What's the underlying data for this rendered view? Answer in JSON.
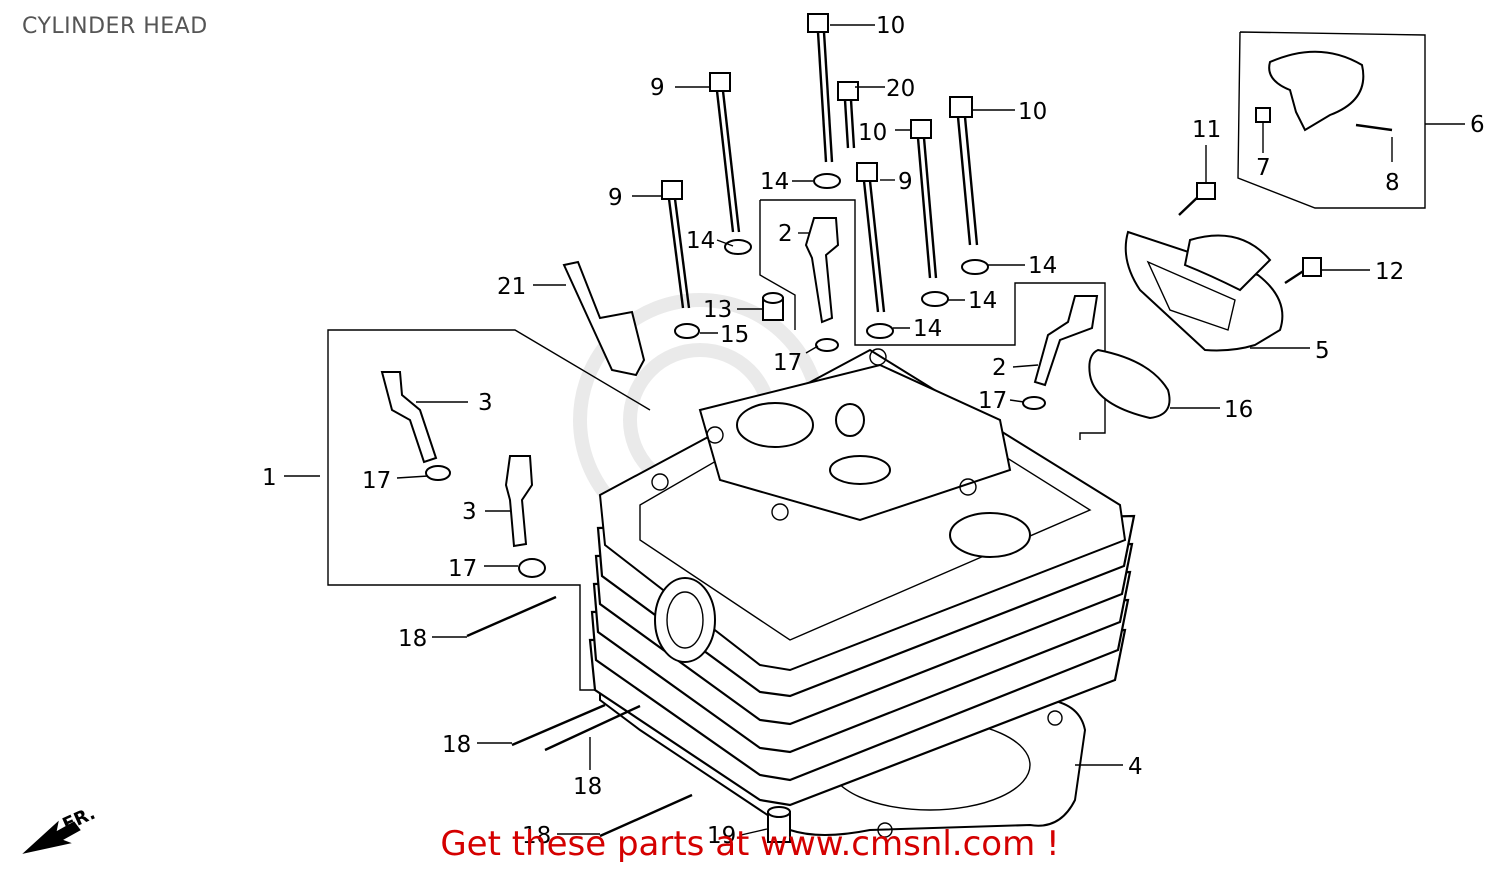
{
  "title": "CYLINDER HEAD",
  "footer": "Get these parts at www.cmsnl.com !",
  "front_marker": "FR.",
  "accent_color": "#d40000",
  "callouts": [
    {
      "id": "c10a",
      "label": "10"
    },
    {
      "id": "c9a",
      "label": "9"
    },
    {
      "id": "c20",
      "label": "20"
    },
    {
      "id": "c10b",
      "label": "10"
    },
    {
      "id": "c10c",
      "label": "10"
    },
    {
      "id": "c9b",
      "label": "9"
    },
    {
      "id": "c14a",
      "label": "14"
    },
    {
      "id": "c9c",
      "label": "9"
    },
    {
      "id": "c14b",
      "label": "14"
    },
    {
      "id": "c2a",
      "label": "2"
    },
    {
      "id": "c14c",
      "label": "14"
    },
    {
      "id": "c14d",
      "label": "14"
    },
    {
      "id": "c14e",
      "label": "14"
    },
    {
      "id": "c21",
      "label": "21"
    },
    {
      "id": "c13",
      "label": "13"
    },
    {
      "id": "c15",
      "label": "15"
    },
    {
      "id": "c17a",
      "label": "17"
    },
    {
      "id": "c2b",
      "label": "2"
    },
    {
      "id": "c17b",
      "label": "17"
    },
    {
      "id": "c3a",
      "label": "3"
    },
    {
      "id": "c1",
      "label": "1"
    },
    {
      "id": "c17c",
      "label": "17"
    },
    {
      "id": "c3b",
      "label": "3"
    },
    {
      "id": "c17d",
      "label": "17"
    },
    {
      "id": "c18a",
      "label": "18"
    },
    {
      "id": "c18b",
      "label": "18"
    },
    {
      "id": "c18c",
      "label": "18"
    },
    {
      "id": "c18d",
      "label": "18"
    },
    {
      "id": "c19",
      "label": "19"
    },
    {
      "id": "c4",
      "label": "4"
    },
    {
      "id": "c11",
      "label": "11"
    },
    {
      "id": "c7",
      "label": "7"
    },
    {
      "id": "c8",
      "label": "8"
    },
    {
      "id": "c6",
      "label": "6"
    },
    {
      "id": "c12",
      "label": "12"
    },
    {
      "id": "c5",
      "label": "5"
    },
    {
      "id": "c16",
      "label": "16"
    }
  ]
}
